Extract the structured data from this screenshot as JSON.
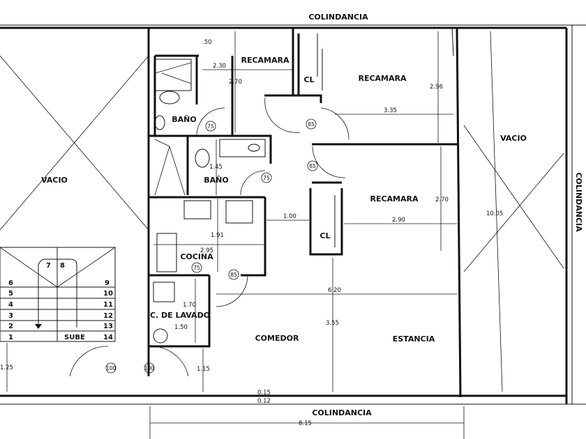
{
  "labels": {
    "colindancia_top": "COLINDANCIA",
    "colindancia_bottom": "COLINDANCIA",
    "colindancia_right": "COLINDANCIA",
    "vacio_left": "VACIO",
    "vacio_right": "VACIO",
    "recamara_1": "RECAMARA",
    "recamara_2": "RECAMARA",
    "recamara_3": "RECAMARA",
    "cl_1": "CL",
    "cl_2": "CL",
    "bano_1": "BAÑO",
    "bano_2": "BAÑO",
    "cocina": "COCINA",
    "lavado": "C. DE LAVADO",
    "comedor": "COMEDOR",
    "estancia": "ESTANCIA"
  },
  "dimensions": {
    "d050": ".50",
    "d230": "2.30",
    "d270a": "2.70",
    "d296": "2.96",
    "d335": "3.35",
    "d145": "1.45",
    "d270b": "2.70",
    "d290": "2.90",
    "d100": "1.00",
    "d191": "1.91",
    "d295": "2.95",
    "d170": "1.70",
    "d150": "1.50",
    "d620": "6.20",
    "d355": "3.55",
    "d1005": "10.05",
    "d125": "1.25",
    "d115": "1.15",
    "d015": "0.15",
    "d012": "0.12",
    "d815": "8.15"
  },
  "doors": [
    "75",
    "85",
    "85",
    "75",
    "75",
    "85",
    "100",
    "100"
  ],
  "stairs": {
    "left": [
      "6",
      "5",
      "4",
      "3",
      "2",
      "1"
    ],
    "right": [
      "9",
      "10",
      "11",
      "12",
      "13",
      "14"
    ],
    "top": [
      "7",
      "8"
    ],
    "sube": "SUBE"
  }
}
